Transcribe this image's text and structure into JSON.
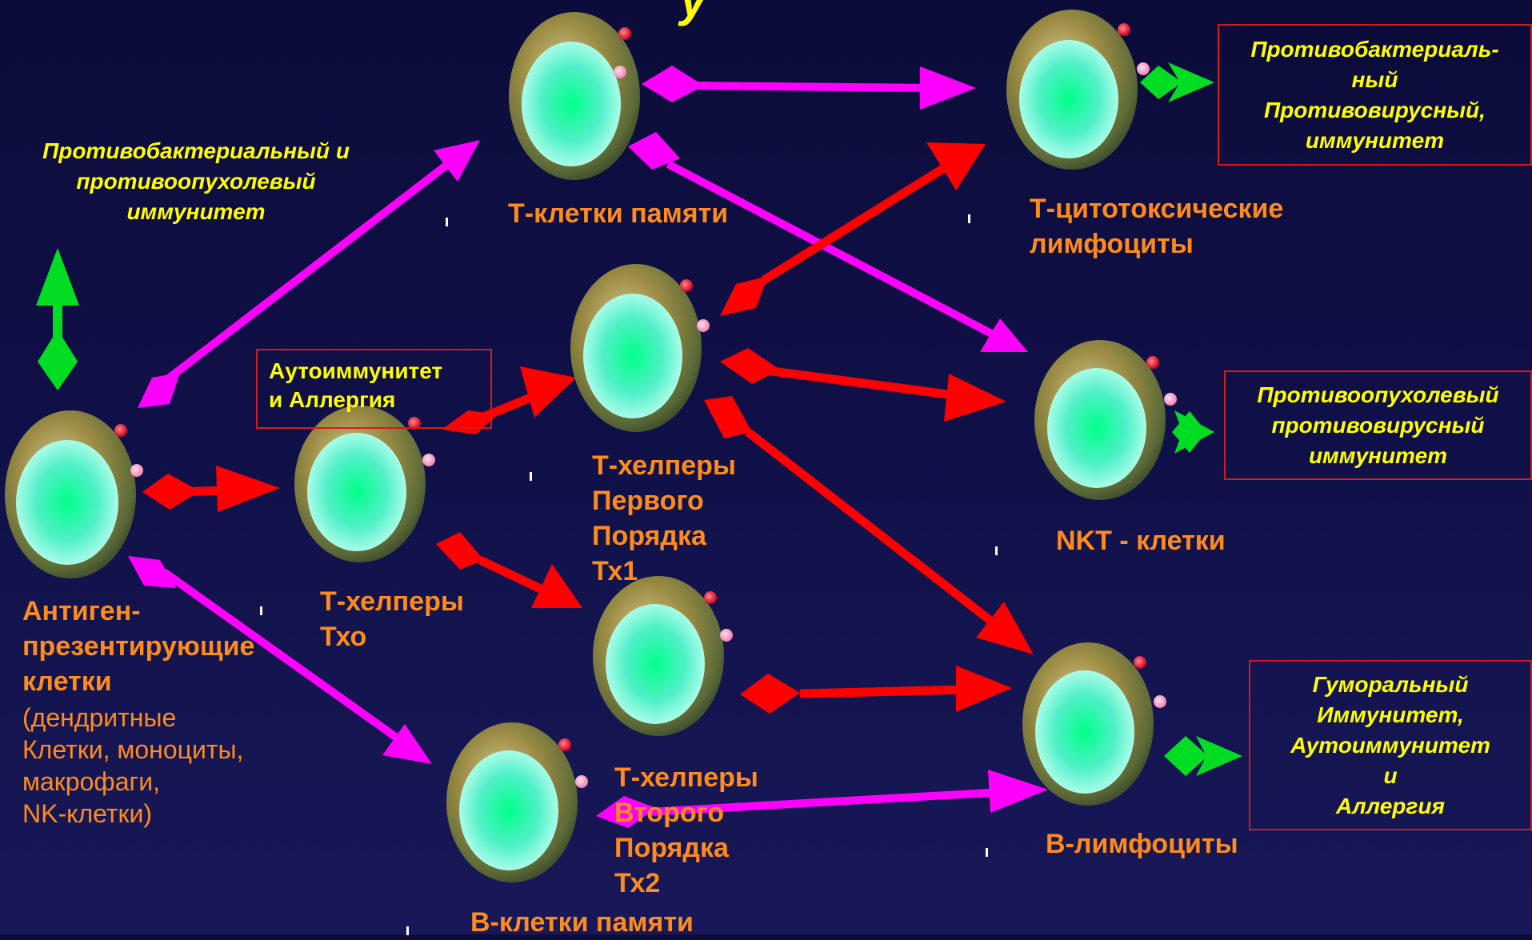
{
  "title": "у",
  "labels": {
    "apc_main": "Антиген-\nпрезентирующие\n клетки",
    "apc_detail": " (дендритные\nКлетки, моноциты,\nмакрофаги,\n NK-клетки)",
    "tx0": "Т-хелперы\nТхо",
    "th1": "Т-хелперы\nПервого\nПорядка\nТх1",
    "th2": "Т-хелперы\nВторого\nПорядка\nТх2",
    "tmem": "Т-клетки памяти",
    "tcyto": "Т-цитотоксические\nлимфоциты",
    "nkt": "NKT - клетки",
    "blym": "В-лимфоциты",
    "bmem": "В-клетки памяти"
  },
  "notes": {
    "left": "Противобактериальный и\nпротивоопухолевый\nиммунитет",
    "autoimmune_box": "Аутоиммунитет\nи  Аллергия",
    "box1": "Противобактериаль-\nный\nПротивовирусный,\nиммунитет",
    "box2": "Противоопухолевый\nпротивовирусный\nиммунитет",
    "box3": "Гуморальный\nИммунитет,\nАутоиммунитет\nи\nАллергия"
  },
  "colors": {
    "background": "#101048",
    "label": "#ff8c1a",
    "note": "#ffff00",
    "arrow_magenta": "#ff00ff",
    "arrow_red": "#ff0000",
    "arrow_green": "#00dd22",
    "box_border": "#d41a1a",
    "cell_nucleus": "#3dffc0",
    "cell_body": "#8a8a3a"
  }
}
